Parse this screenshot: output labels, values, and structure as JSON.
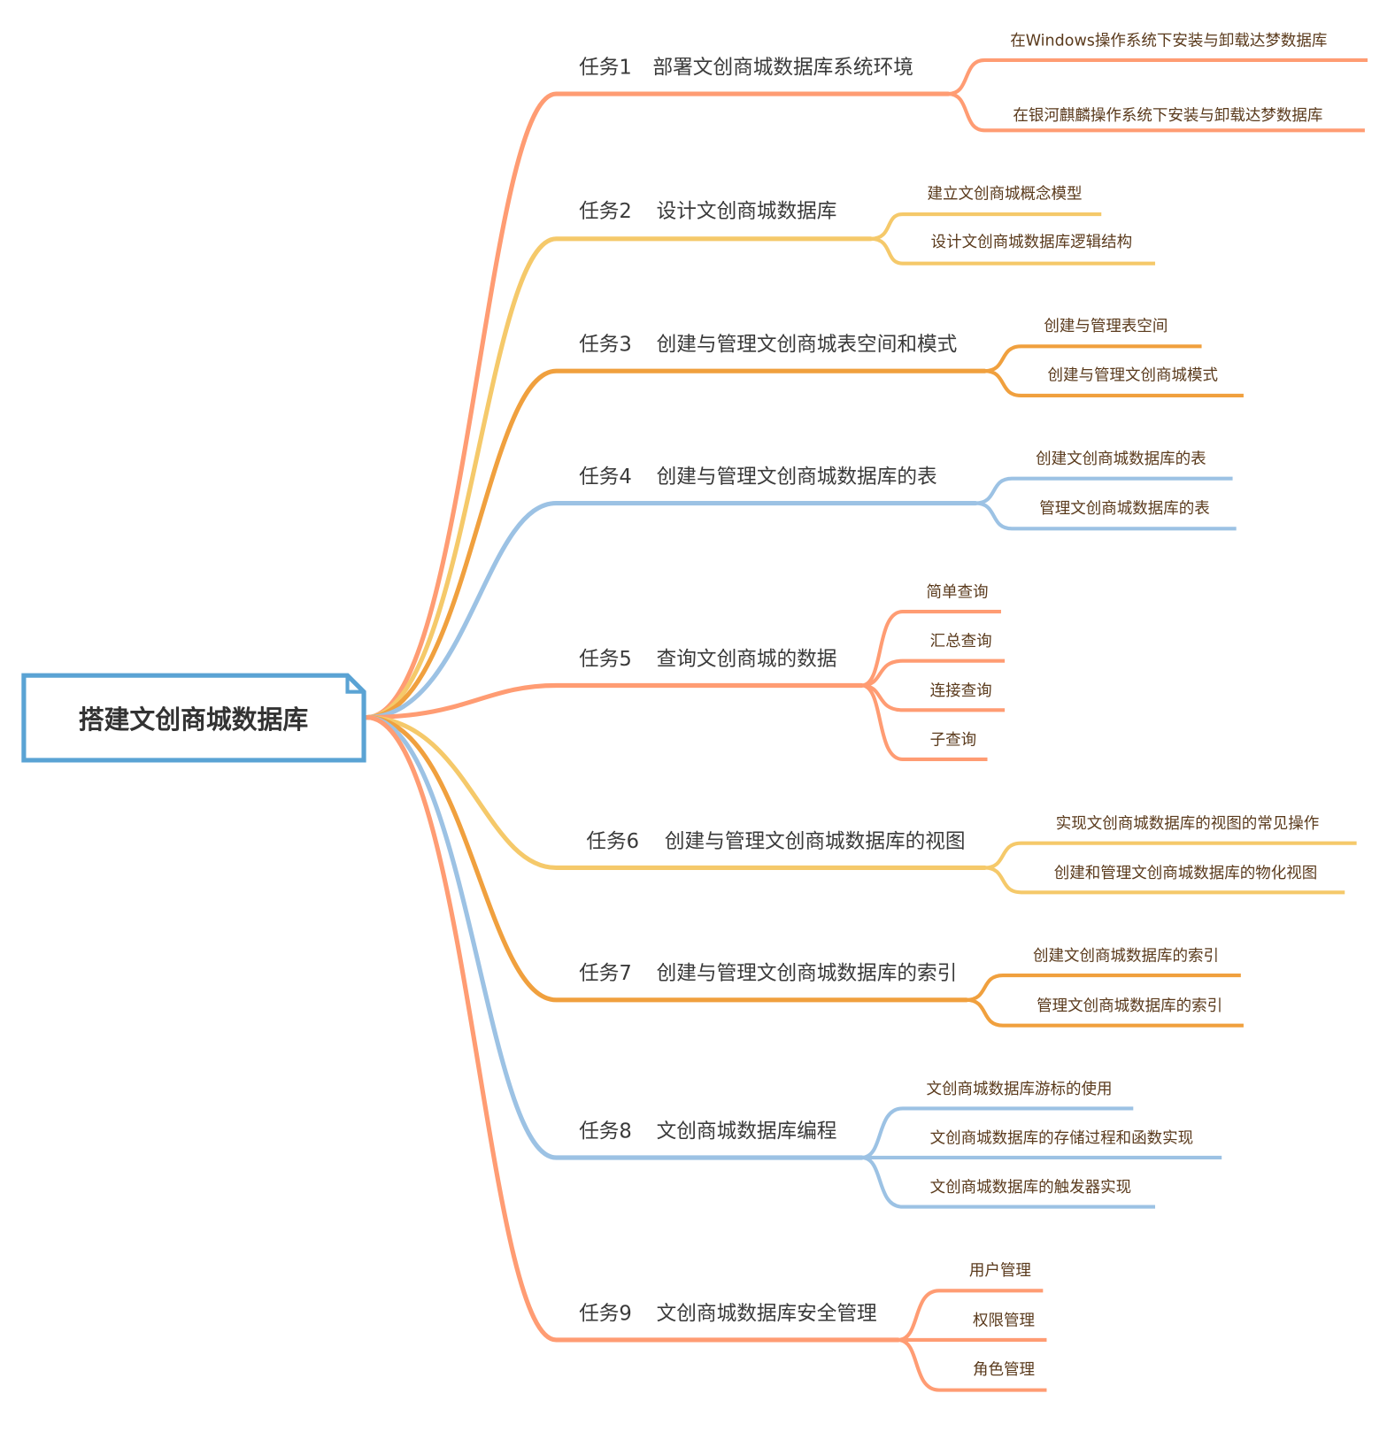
{
  "root": {
    "title": "搭建文创商城数据库"
  },
  "colors": {
    "salmon": "#FF9C73",
    "yellow": "#F5C96A",
    "orange": "#F0A03E",
    "blue": "#9CC2E4",
    "root_border": "#5AA3D4"
  },
  "tasks": [
    {
      "num": "任务1",
      "title": "部署文创商城数据库系统环境",
      "color": "salmon",
      "subs": [
        "在Windows操作系统下安装与卸载达梦数据库",
        "在银河麒麟操作系统下安装与卸载达梦数据库"
      ]
    },
    {
      "num": "任务2",
      "title": "设计文创商城数据库",
      "color": "yellow",
      "subs": [
        "建立文创商城概念模型",
        "设计文创商城数据库逻辑结构"
      ]
    },
    {
      "num": "任务3",
      "title": "创建与管理文创商城表空间和模式",
      "color": "orange",
      "subs": [
        "创建与管理表空间",
        "创建与管理文创商城模式"
      ]
    },
    {
      "num": "任务4",
      "title": "创建与管理文创商城数据库的表",
      "color": "blue",
      "subs": [
        "创建文创商城数据库的表",
        "管理文创商城数据库的表"
      ]
    },
    {
      "num": "任务5",
      "title": "查询文创商城的数据",
      "color": "salmon",
      "subs": [
        "简单查询",
        "汇总查询",
        "连接查询",
        "子查询"
      ]
    },
    {
      "num": "任务6",
      "title": "创建与管理文创商城数据库的视图",
      "color": "yellow",
      "subs": [
        "实现文创商城数据库的视图的常见操作",
        "创建和管理文创商城数据库的物化视图"
      ]
    },
    {
      "num": "任务7",
      "title": "创建与管理文创商城数据库的索引",
      "color": "orange",
      "subs": [
        "创建文创商城数据库的索引",
        "管理文创商城数据库的索引"
      ]
    },
    {
      "num": "任务8",
      "title": "文创商城数据库编程",
      "color": "blue",
      "subs": [
        "文创商城数据库游标的使用",
        "文创商城数据库的存储过程和函数实现",
        "文创商城数据库的触发器实现"
      ]
    },
    {
      "num": "任务9",
      "title": "文创商城数据库安全管理",
      "color": "salmon",
      "subs": [
        "用户管理",
        "权限管理",
        "角色管理"
      ]
    }
  ]
}
